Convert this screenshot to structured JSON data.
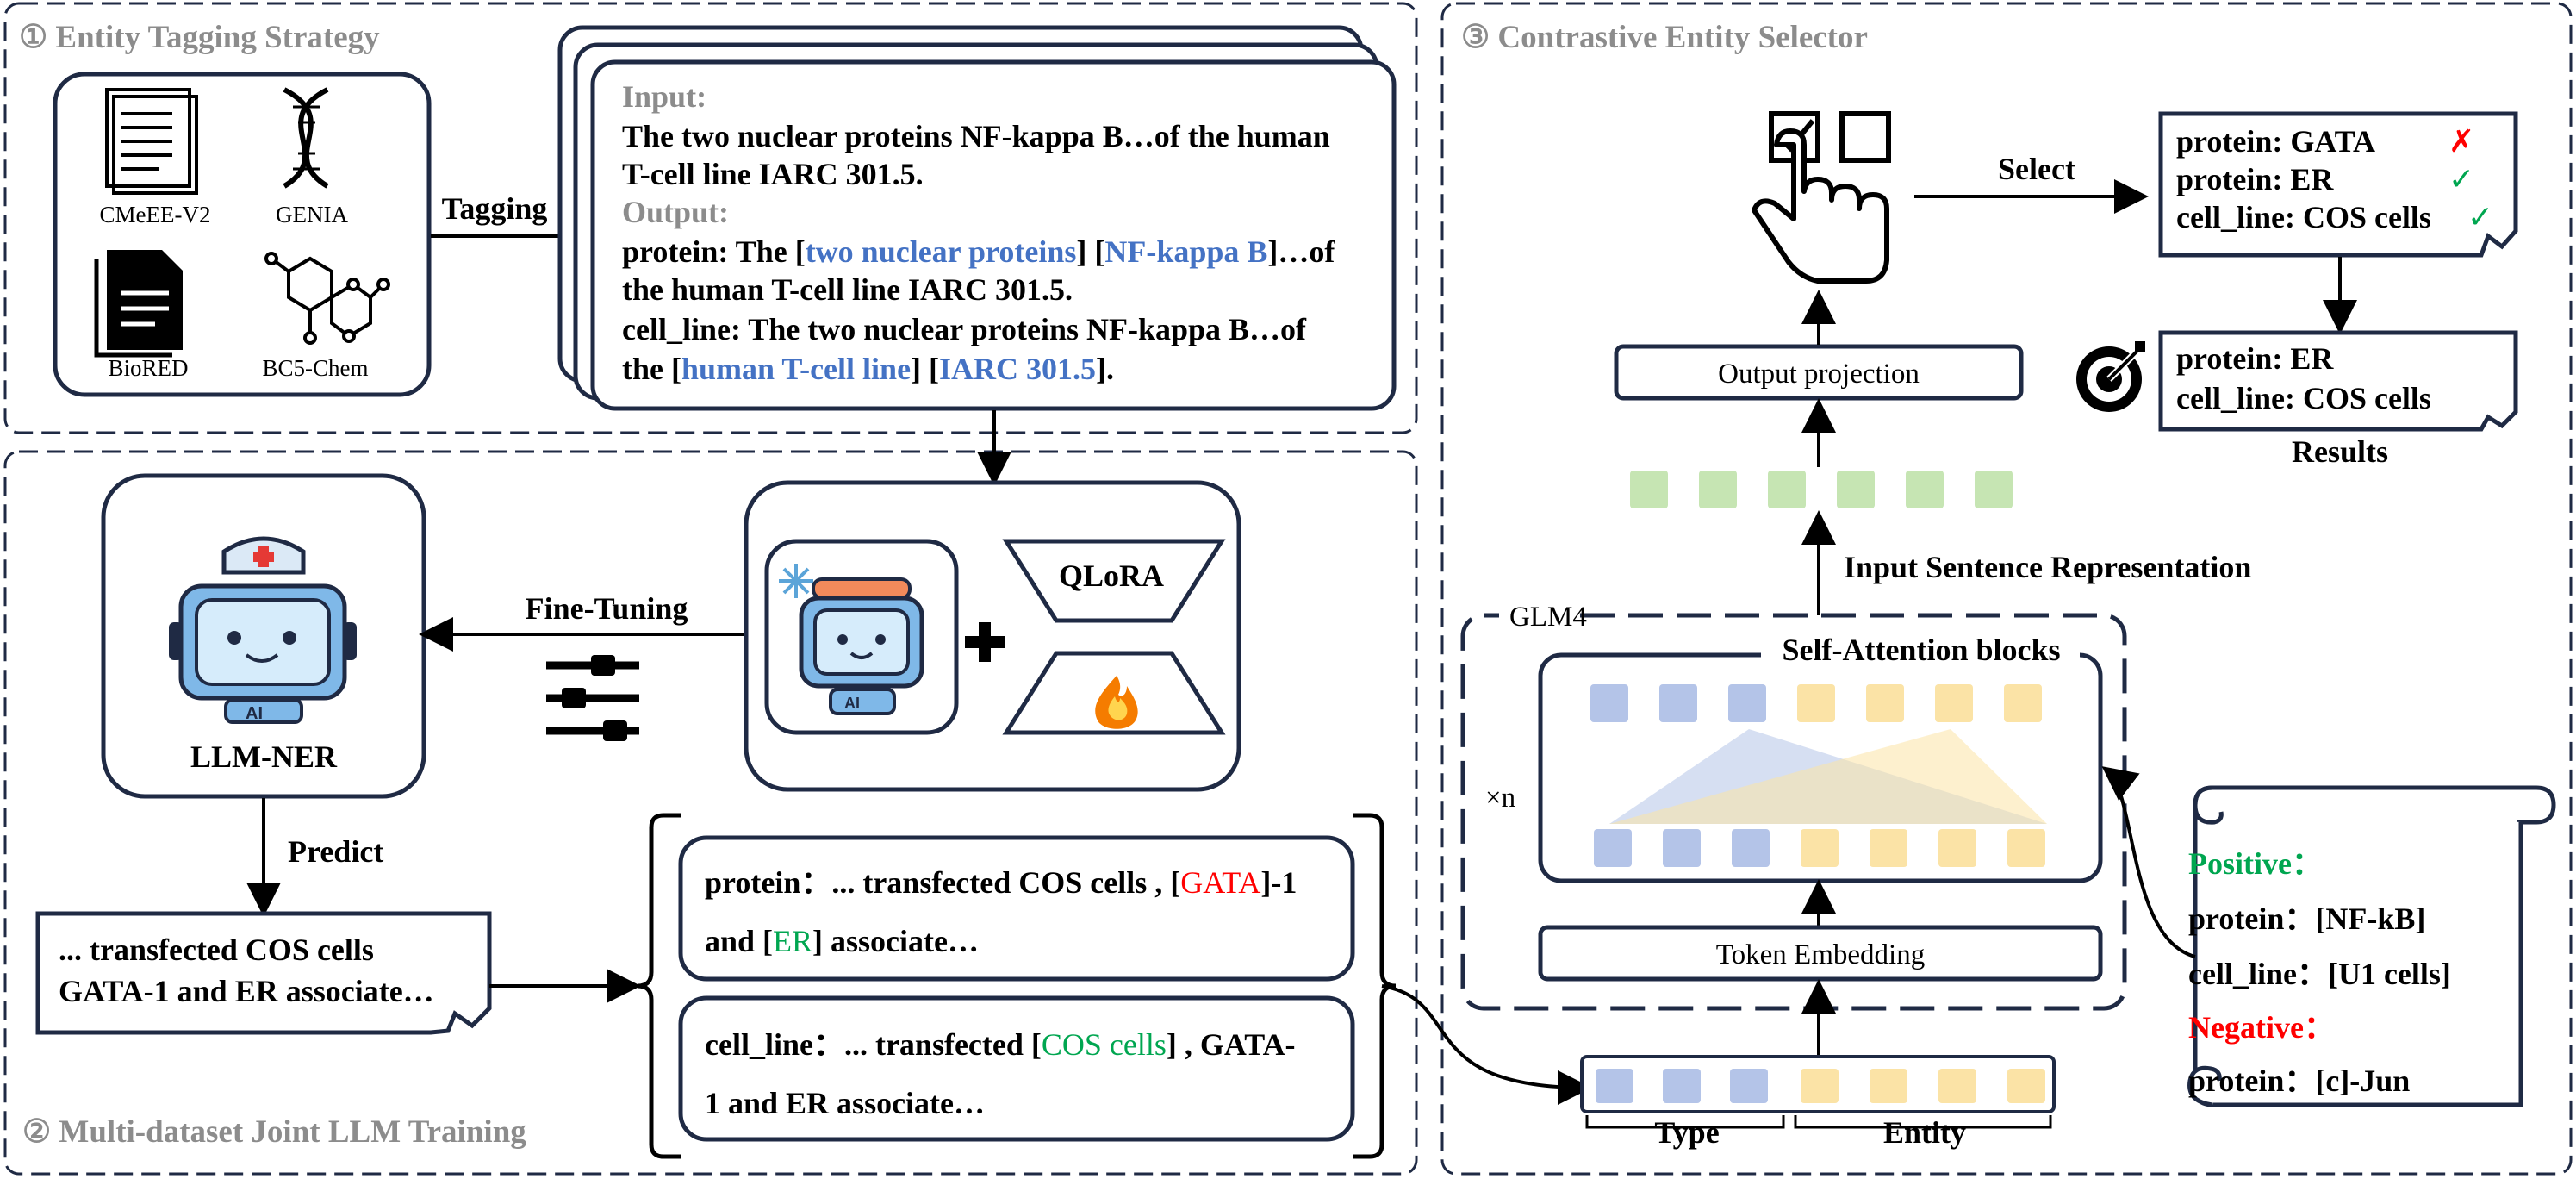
{
  "sections": {
    "s1": "① Entity Tagging Strategy",
    "s2": "② Multi-dataset Joint LLM Training",
    "s3": "③ Contrastive Entity Selector"
  },
  "datasets": [
    "CMeEE-V2",
    "GENIA",
    "BioRED",
    "BC5-Chem"
  ],
  "tagging_label": "Tagging",
  "example": {
    "input_label": "Input:",
    "input_l1": "The two nuclear proteins NF-kappa B…of the human",
    "input_l2": "T-cell line IARC 301.5.",
    "output_label": "Output:",
    "p_prefix": "protein: The [",
    "p_ent1": "two nuclear proteins",
    "p_mid": "] [",
    "p_ent2": "NF-kappa B",
    "p_suffix": "]…of",
    "p_l2": "the human T-cell line IARC 301.5.",
    "c_l1": "cell_line: The two nuclear proteins NF-kappa B…of",
    "c_prefix": "the [",
    "c_ent1": "human T-cell line",
    "c_mid": "] [",
    "c_ent2": "IARC 301.5",
    "c_suffix": "]."
  },
  "training": {
    "fine_tuning": "Fine-Tuning",
    "qlora": "QLoRA",
    "model_name": "LLM-NER",
    "robot_tag": "AI",
    "predict": "Predict",
    "pred_l1": "... transfected COS cells",
    "pred_l2": "GATA-1 and  ER  associate…",
    "out1_a": "protein：... transfected COS cells , [",
    "out1_ent1": "GATA",
    "out1_b": "]-1",
    "out1_c": "and [",
    "out1_ent2": "ER",
    "out1_d": "] associate…",
    "out2_a": "cell_line：... transfected [",
    "out2_ent": "COS cells",
    "out2_b": "] , GATA-",
    "out2_c": "1 and ER associate…"
  },
  "selector": {
    "select": "Select",
    "cand": [
      {
        "text": "protein: GATA",
        "mark": "✗"
      },
      {
        "text": "protein: ER",
        "mark": "✓"
      },
      {
        "text": "cell_line: COS cells",
        "mark": "✓"
      }
    ],
    "results": [
      "protein: ER",
      "cell_line: COS cells"
    ],
    "results_label": "Results",
    "output_projection": "Output projection",
    "input_repr": "Input Sentence Representation",
    "glm": "GLM4",
    "self_attn": "Self-Attention blocks",
    "times_n": "×n",
    "token_emb": "Token Embedding",
    "type": "Type",
    "entity": "Entity",
    "positive": "Positive：",
    "pos1": "protein：[NF-kB]",
    "pos2": "cell_line：[U1 cells]",
    "negative": "Negative：",
    "neg1": "protein：[c]-Jun"
  },
  "colors": {
    "blue_entity": "#4472c4",
    "red": "#ff0000",
    "green": "#00a650",
    "token_blue": "#b4c4e8",
    "token_yellow": "#fbe3a6",
    "token_green": "#c6e5b3",
    "frame": "#1f2a44"
  }
}
